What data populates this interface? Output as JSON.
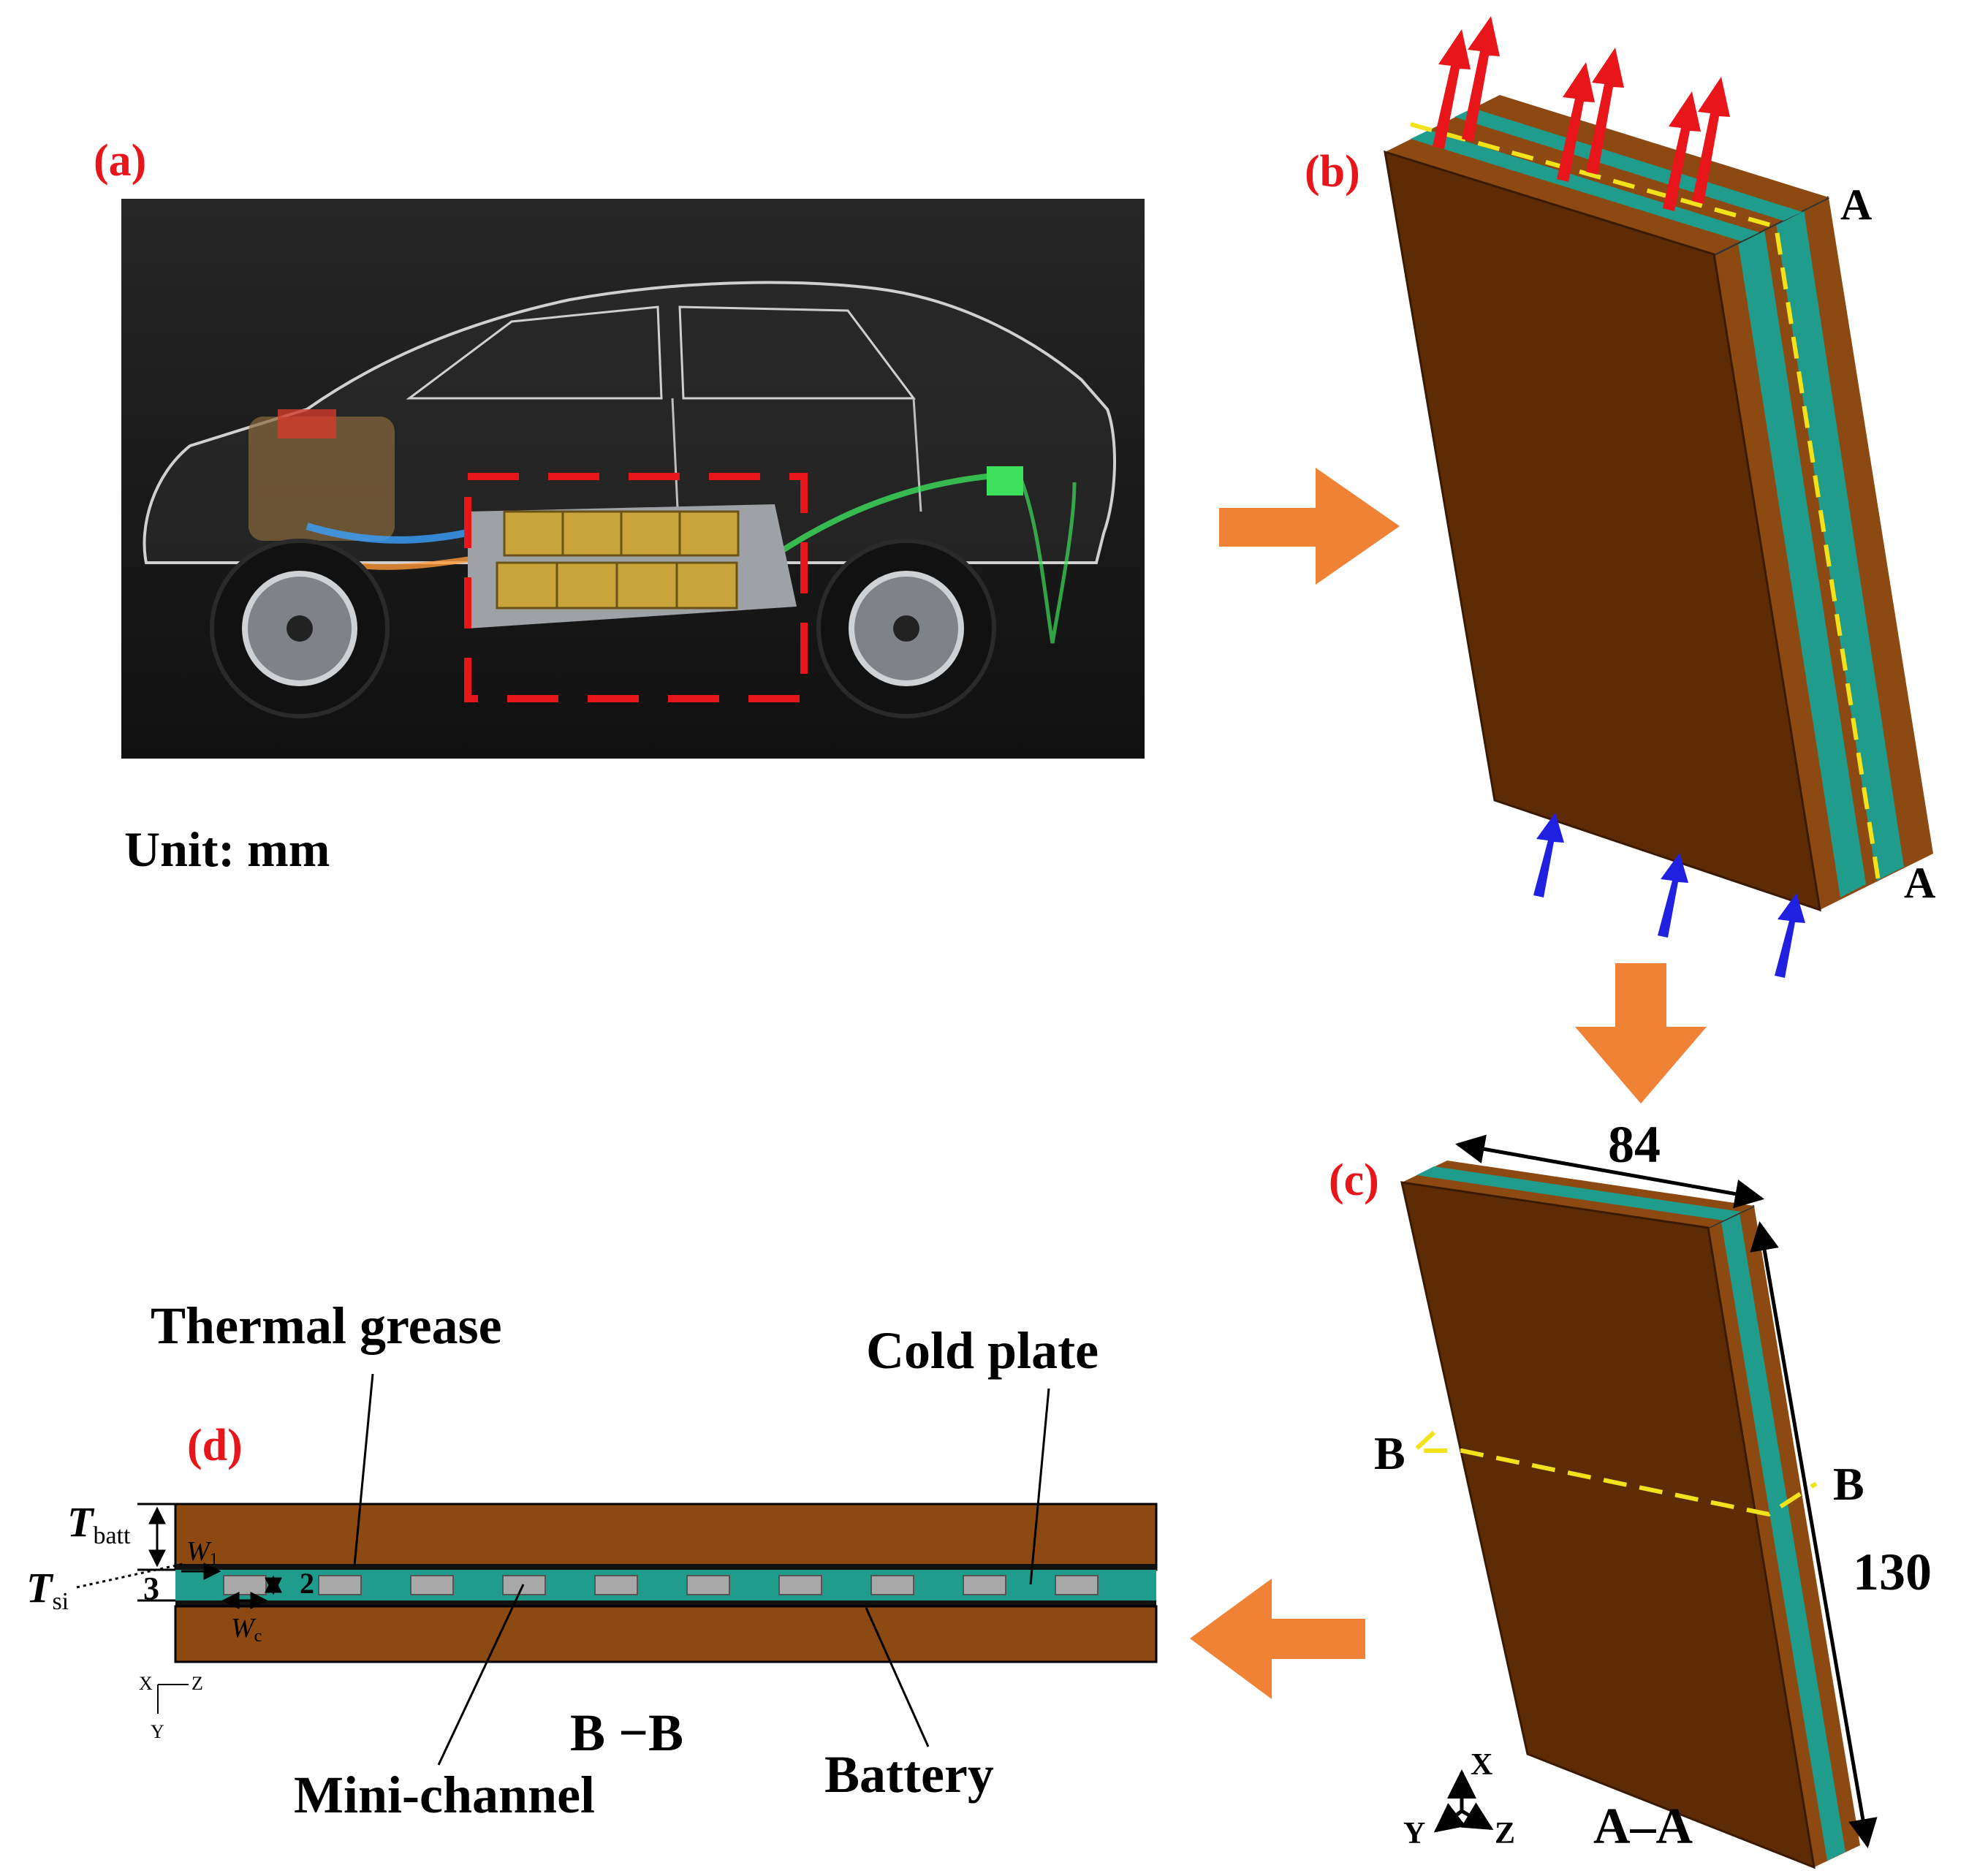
{
  "panels": {
    "a": "(a)",
    "b": "(b)",
    "c": "(c)",
    "d": "(d)"
  },
  "unit_label": "Unit: mm",
  "section_labels": {
    "a_top": "A",
    "a_bottom": "A",
    "b_left": "B",
    "b_right": "B",
    "bb": "B −B",
    "aa": "A–A"
  },
  "dimensions": {
    "width": "84",
    "height": "130",
    "cold_plate_thickness": "3",
    "channel_height": "2"
  },
  "symbols": {
    "t_batt_main": "T",
    "t_batt_sub": "batt",
    "t_si_main": "T",
    "t_si_sub": "si",
    "w1_main": "W",
    "w1_sub": "1",
    "wc_main": "W",
    "wc_sub": "c"
  },
  "labels": {
    "thermal_grease": "Thermal grease",
    "cold_plate": "Cold plate",
    "mini_channel": "Mini-channel",
    "battery": "Battery"
  },
  "axes_small": {
    "x": "X",
    "z": "Z",
    "y": "Y"
  },
  "axes_3d": {
    "x": "X",
    "y": "Y",
    "z": "Z"
  },
  "colors": {
    "battery": "#5e2c04",
    "battery_side": "#8c4a12",
    "cold_plate": "#1f9c8c",
    "channel": "#a8a8a8",
    "hot_arrow": "#e8161b",
    "cold_arrow": "#2020e0",
    "flow_arrow": "#ef8235",
    "section_line": "#f2e21a",
    "panel_label": "#e8161b"
  }
}
